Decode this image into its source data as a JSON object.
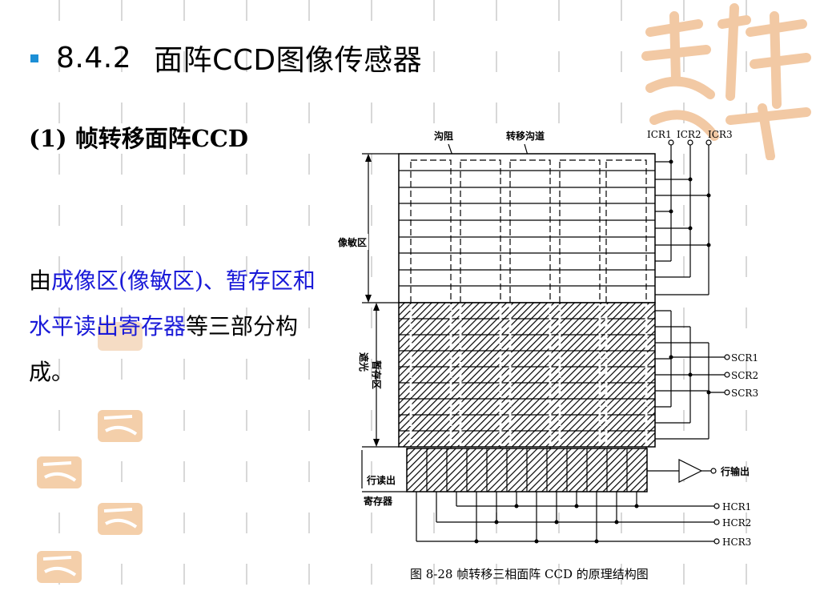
{
  "slide": {
    "title_number": "8.4.2",
    "title_text": "面阵CCD图像传感器",
    "subtitle": "(1)  帧转移面阵CCD",
    "body_black_1": "由",
    "body_blue": "成像区(像敏区)、暂存区和水平读出寄存器",
    "body_black_2": "等三部分构成。",
    "bullet_color": "#1c8fd6",
    "link_color": "#1a1ad8"
  },
  "diagram": {
    "labels": {
      "channel_stop": "沟阻",
      "transfer_channel": "转移沟道",
      "icr1": "ICR1",
      "icr2": "ICR2",
      "icr3": "ICR3",
      "imaging_area": "像敏区",
      "shade_line1": "遮光",
      "shade_line2": "暂存区",
      "scr1": "SCR1",
      "scr2": "SCR2",
      "scr3": "SCR3",
      "row_readout_line1": "行读出",
      "row_readout_line2": "寄存器",
      "row_output": "行输出",
      "hcr1": "HCR1",
      "hcr2": "HCR2",
      "hcr3": "HCR3"
    },
    "caption": "图 8-28    帧转移三相面阵 CCD 的原理结构图"
  }
}
